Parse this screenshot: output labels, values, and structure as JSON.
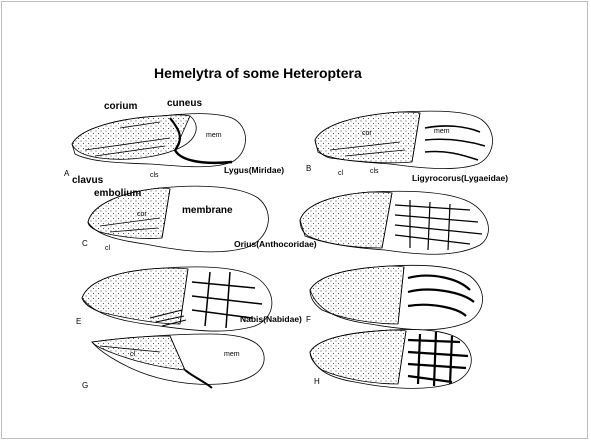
{
  "title": "Hemelytra of some Heteroptera",
  "labels": {
    "corium": "corium",
    "cuneus": "cuneus",
    "mem_a": "mem",
    "clavus": "clavus",
    "cls_a": "cls",
    "embolium": "embolium",
    "cor_b": "cor",
    "mem_b": "mem",
    "cl_b": "cl",
    "cls_b": "cls",
    "cor_c": "cor",
    "membrane": "membrane",
    "cl_c": "cl",
    "cl_g": "cl",
    "mem_g": "mem"
  },
  "letters": [
    "A",
    "B",
    "C",
    "E",
    "F",
    "G",
    "H"
  ],
  "species": {
    "lygus": "Lygus(Miridae)",
    "ligyrocorus": "Ligyrocorus(Lygaeidae)",
    "orius": "Orius(Anthocoridae)",
    "nabis": "Nabis(Nabidae)"
  },
  "colors": {
    "ink": "#000000",
    "background": "#ffffff",
    "border": "#bdbdbd"
  }
}
